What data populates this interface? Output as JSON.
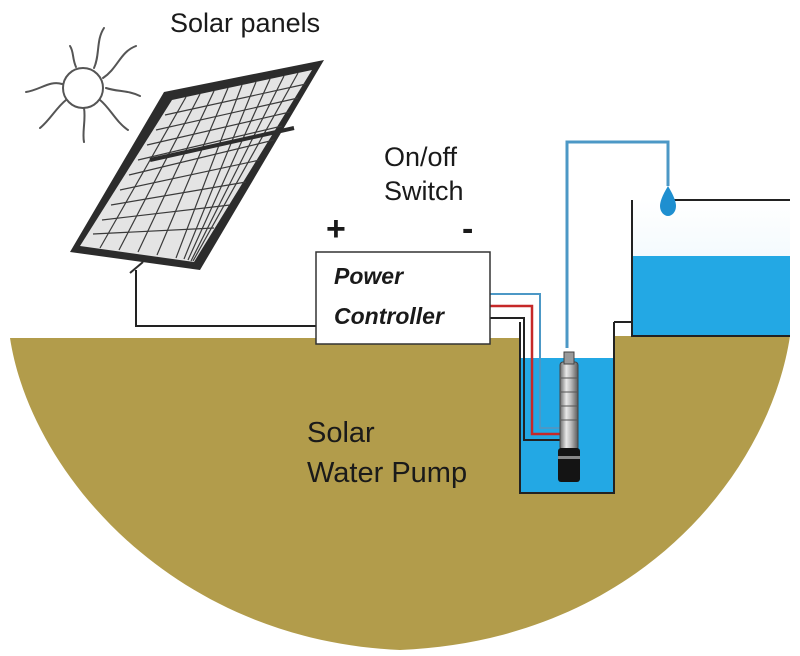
{
  "labels": {
    "solar_panels": "Solar panels",
    "switch_line1": "On/off",
    "switch_line2": "Switch",
    "plus": "+",
    "minus": "-",
    "controller_line1": "Power",
    "controller_line2": "Controller",
    "pump_line1": "Solar",
    "pump_line2": "Water Pump"
  },
  "icons": [
    "sun-icon",
    "solar-panel-icon",
    "water-drop-icon",
    "pump-icon"
  ],
  "colors": {
    "ground": "#b29c4b",
    "water": "#23a8e4",
    "pipe": "#4c98c6",
    "wire_red": "#c62828",
    "wire_dark": "#222222"
  }
}
